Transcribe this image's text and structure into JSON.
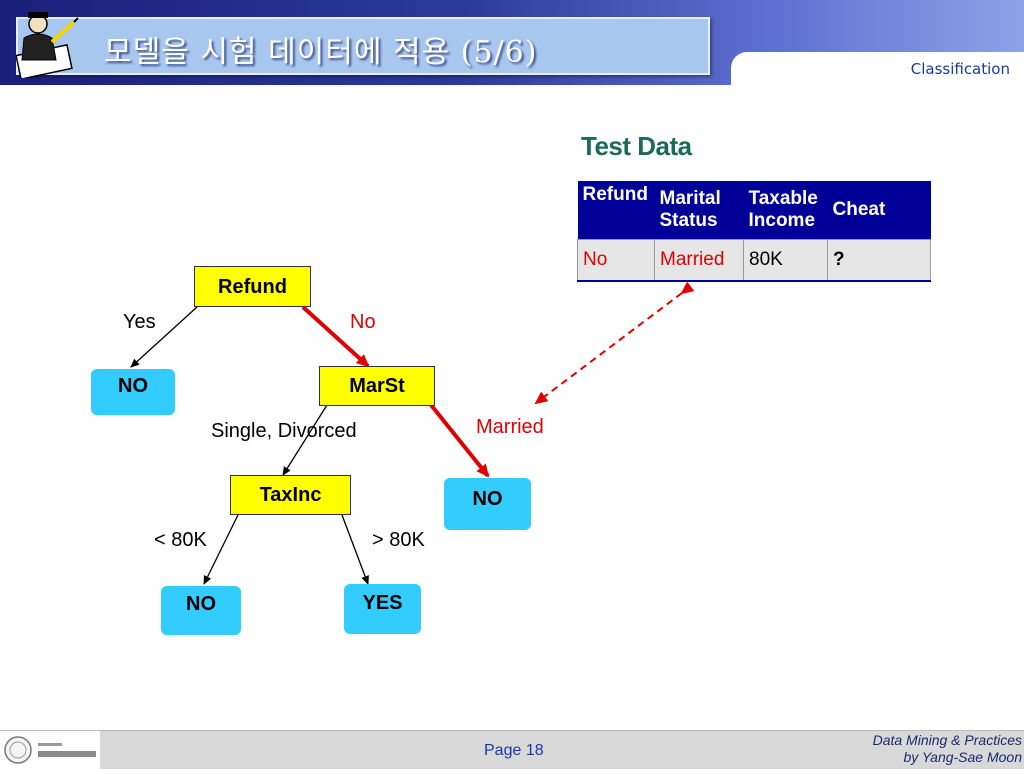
{
  "header": {
    "title": "모델을 시험 데이터에 적용 (5/6)",
    "section": "Classification"
  },
  "tree": {
    "nodes": {
      "refund": "Refund",
      "marst": "MarSt",
      "taxinc": "TaxInc",
      "no_left": "NO",
      "no_married": "NO",
      "no_lt80": "NO",
      "yes_gt80": "YES"
    },
    "edges": {
      "yes": "Yes",
      "no": "No",
      "single_divorced": "Single, Divorced",
      "married": "Married",
      "lt80": "< 80K",
      "gt80": "> 80K"
    }
  },
  "test_data": {
    "title": "Test Data",
    "headers": [
      "Refund",
      "Marital Status",
      "Taxable Income",
      "Cheat"
    ],
    "row": [
      "No",
      "Married",
      "80K",
      "?"
    ]
  },
  "footer": {
    "page": "Page 18",
    "credit_line1": "Data Mining & Practices",
    "credit_line2": "by Yang-Sae Moon"
  },
  "colors": {
    "highlight_path": "#e00000",
    "decision_node": "#ffff00",
    "leaf_node": "#33ccff",
    "table_header": "#000099"
  }
}
